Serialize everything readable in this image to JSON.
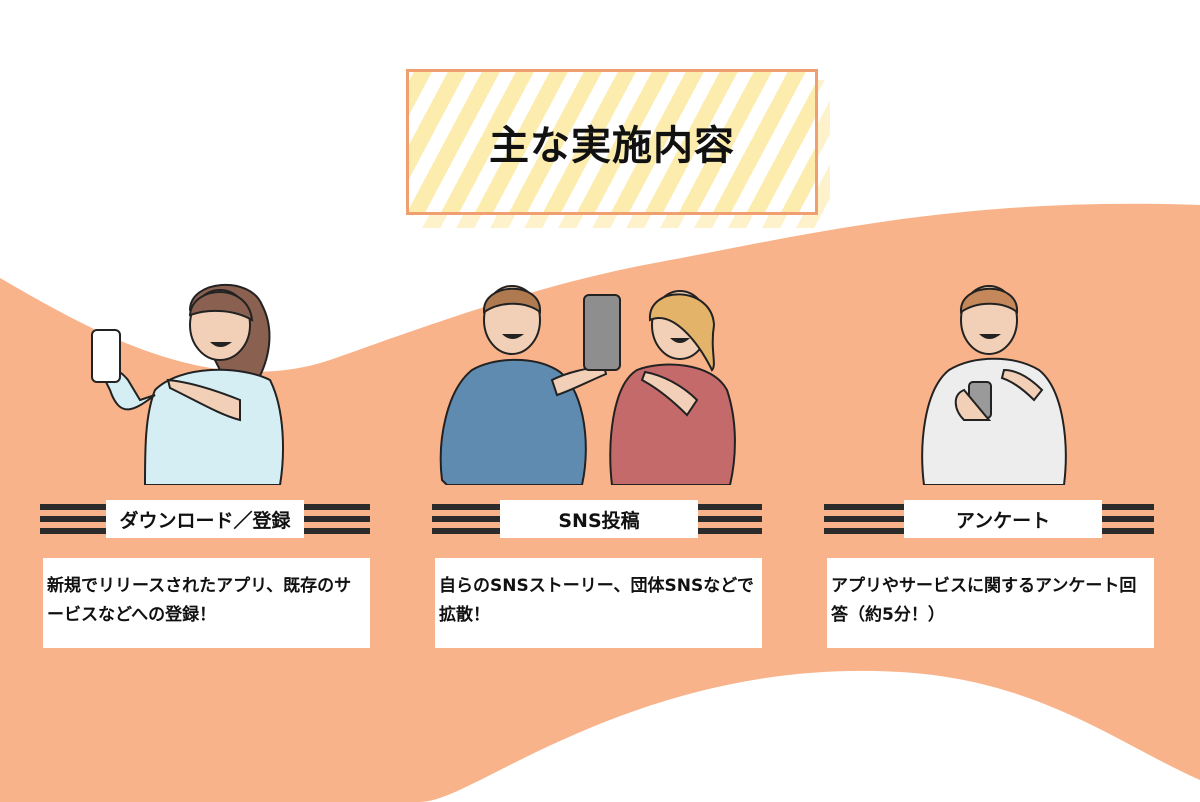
{
  "title": "主な実施内容",
  "colors": {
    "wave": "#f9b38a",
    "stripe": "#fcedae",
    "title_border": "#f0a070",
    "bar": "#2b2b2b"
  },
  "columns": [
    {
      "label": "ダウンロード／登録",
      "description": "新規でリリースされたアプリ、既存のサービスなどへの登録！",
      "illustration": "woman-holding-phone-pointing"
    },
    {
      "label": "SNS投稿",
      "description": "自らのSNSストーリー、団体SNSなどで拡散！",
      "illustration": "two-people-pointing-at-phone"
    },
    {
      "label": "アンケート",
      "description": "アプリやサービスに関するアンケート回答（約5分！）",
      "illustration": "man-pointing-at-phone"
    }
  ]
}
